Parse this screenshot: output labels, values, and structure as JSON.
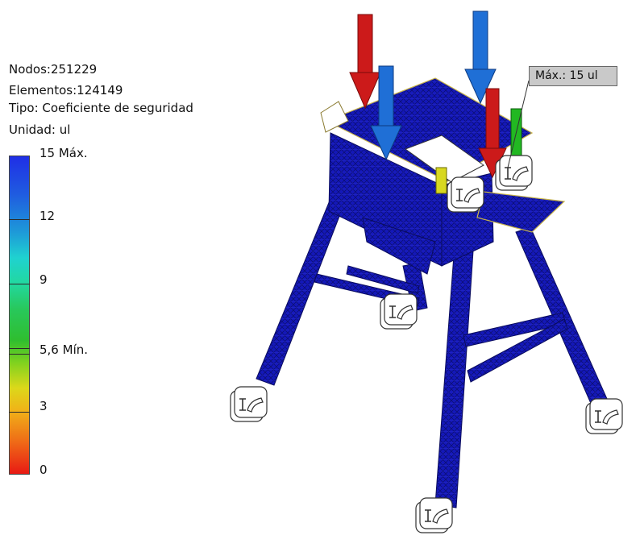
{
  "info": {
    "nodes": "Nodos:251229",
    "elements": "Elementos:124149",
    "type": "Tipo: Coeficiente de seguridad",
    "unit": "Unidad: ul"
  },
  "legend": {
    "labels": {
      "max": "15 Máx.",
      "v12": "12",
      "v9": "9",
      "min": "5,6 Mín.",
      "v3": "3",
      "v0": "0"
    },
    "range": [
      0,
      15
    ],
    "max_value": 15,
    "min_value": 5.6,
    "colors": [
      "#1f2fe6",
      "#1e9ad8",
      "#1fd2d0",
      "#2fbe2f",
      "#dcd81a",
      "#ef6a17",
      "#e81a14"
    ]
  },
  "callout": {
    "text": "Máx.: 15 ul"
  },
  "model": {
    "mesh_color": "#1418b8",
    "load_arrow_colors": [
      "#cc1a1a",
      "#1f6fd6"
    ],
    "constraint_icon": "fixed-constraint-icon"
  }
}
